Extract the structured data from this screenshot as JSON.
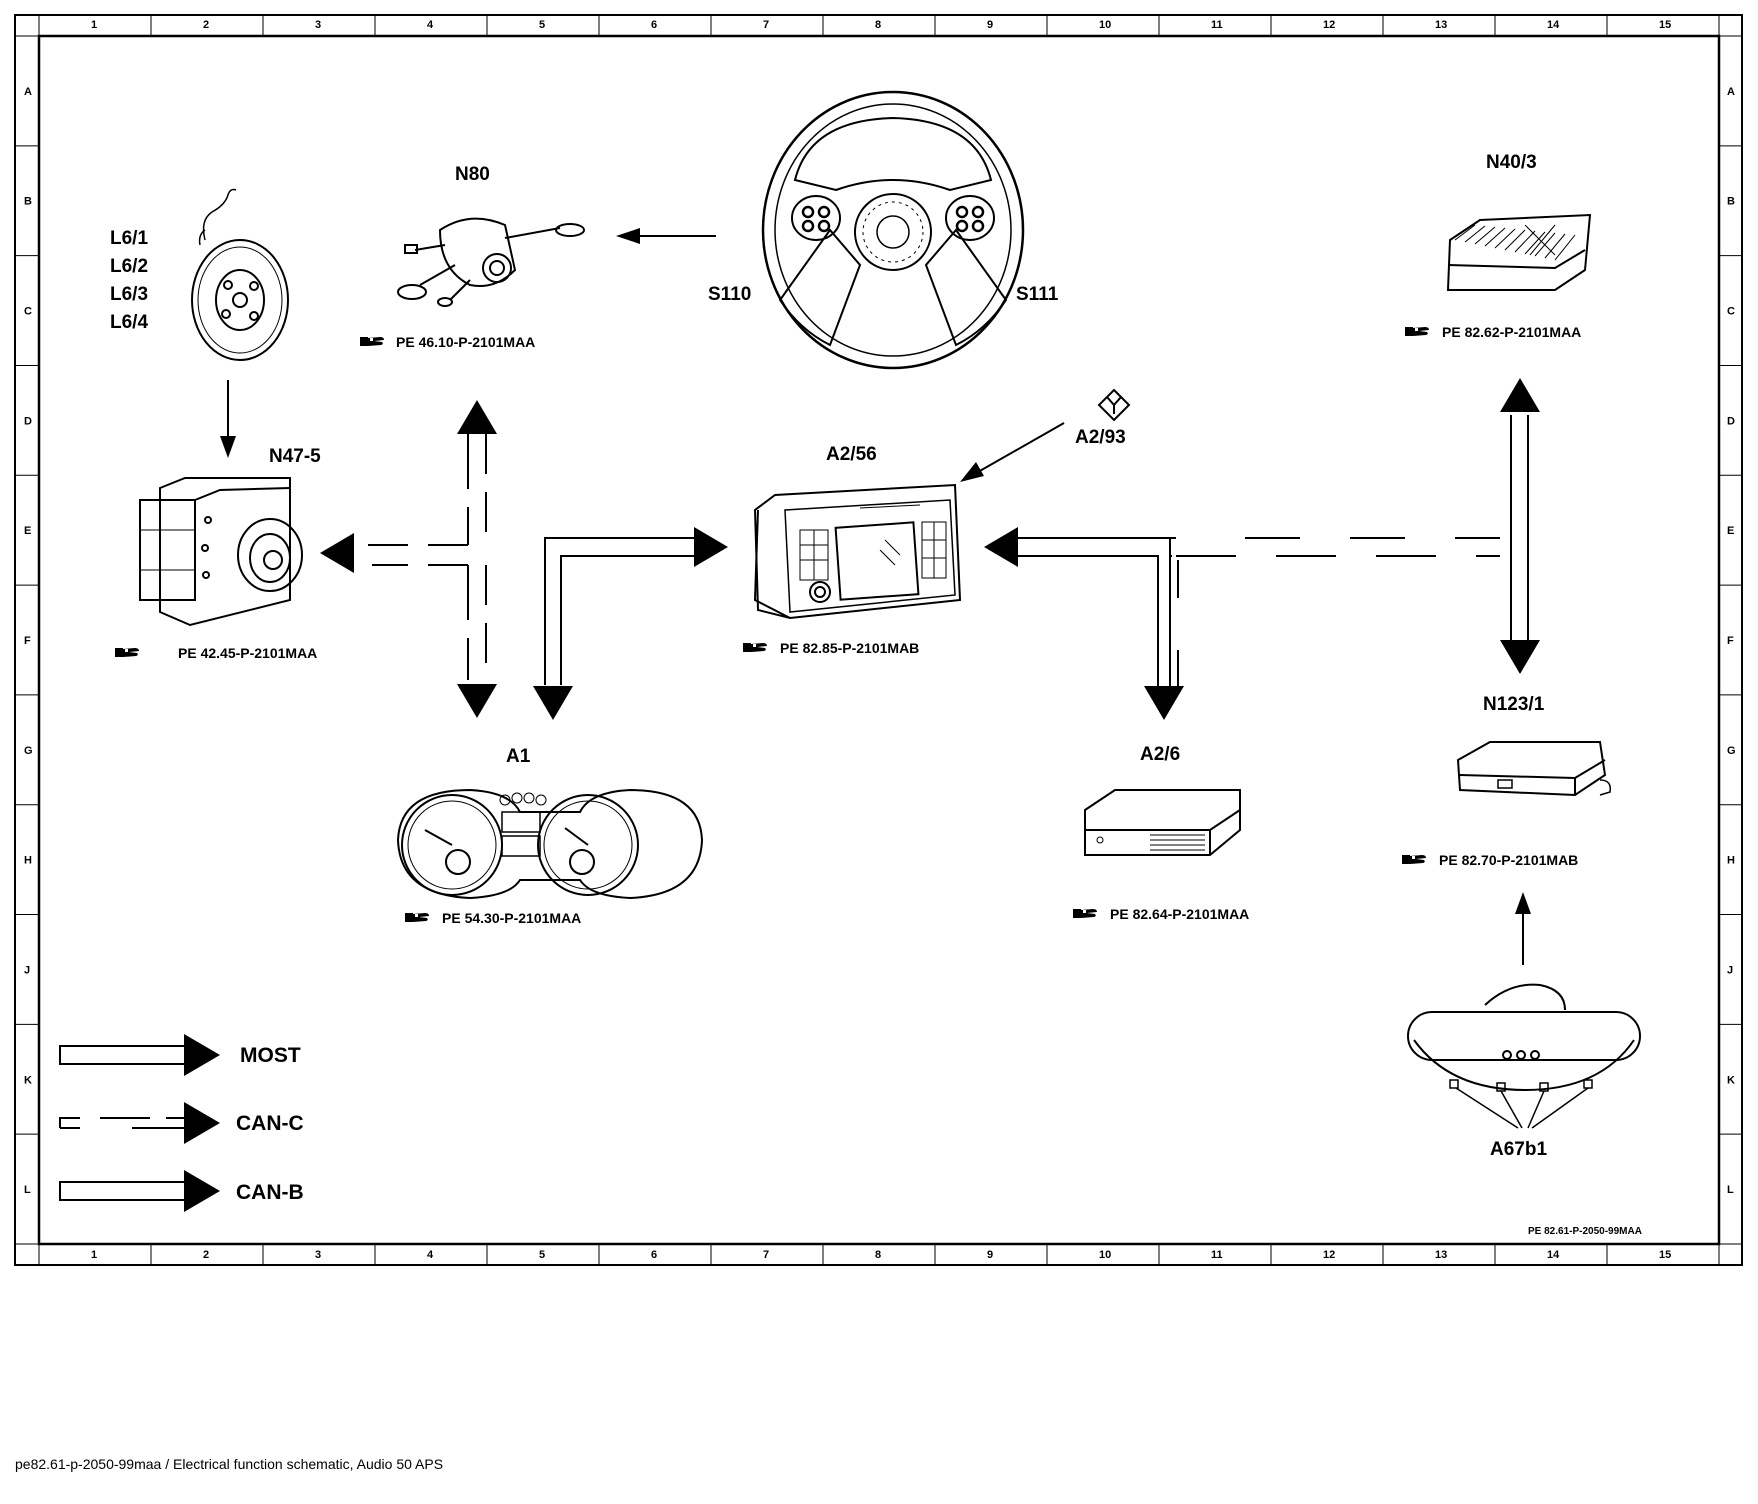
{
  "grid": {
    "columns": [
      "1",
      "2",
      "3",
      "4",
      "5",
      "6",
      "7",
      "8",
      "9",
      "10",
      "11",
      "12",
      "13",
      "14",
      "15"
    ],
    "rows": [
      "A",
      "B",
      "C",
      "D",
      "E",
      "F",
      "G",
      "H",
      "J",
      "K",
      "L"
    ]
  },
  "components": {
    "l6": {
      "lines": [
        "L6/1",
        "L6/2",
        "L6/3",
        "L6/4"
      ],
      "icon": "brake-disc-sensor-icon"
    },
    "n80": {
      "label": "N80",
      "ref": "PE 46.10-P-2101MAA",
      "icon": "steering-column-module-icon"
    },
    "s110": {
      "label": "S110"
    },
    "s111": {
      "label": "S111",
      "icon": "steering-wheel-icon"
    },
    "n40_3": {
      "label": "N40/3",
      "ref": "PE 82.62-P-2101MAA",
      "icon": "amplifier-icon"
    },
    "n47_5": {
      "label": "N47-5",
      "ref": "PE 42.45-P-2101MAA",
      "icon": "esp-unit-icon"
    },
    "a2_56": {
      "label": "A2/56",
      "ref": "PE 82.85-P-2101MAB",
      "icon": "audio-head-unit-icon"
    },
    "a2_93": {
      "label": "A2/93",
      "icon": "antenna-icon"
    },
    "a1": {
      "label": "A1",
      "ref": "PE 54.30-P-2101MAA",
      "icon": "instrument-cluster-icon"
    },
    "a2_6": {
      "label": "A2/6",
      "ref": "PE 82.64-P-2101MAA",
      "icon": "cd-changer-icon"
    },
    "n123_1": {
      "label": "N123/1",
      "ref": "PE 82.70-P-2101MAB",
      "icon": "control-unit-icon"
    },
    "a67b1": {
      "label": "A67b1",
      "icon": "rear-view-mirror-microphone-icon"
    }
  },
  "legend": {
    "most": "MOST",
    "can_c": "CAN-C",
    "can_b": "CAN-B"
  },
  "drawing_id": "PE 82.61-P-2050-99MAA",
  "caption": "pe82.61-p-2050-99maa / Electrical function schematic, Audio 50 APS",
  "ref_icon": "reference-hand-icon"
}
